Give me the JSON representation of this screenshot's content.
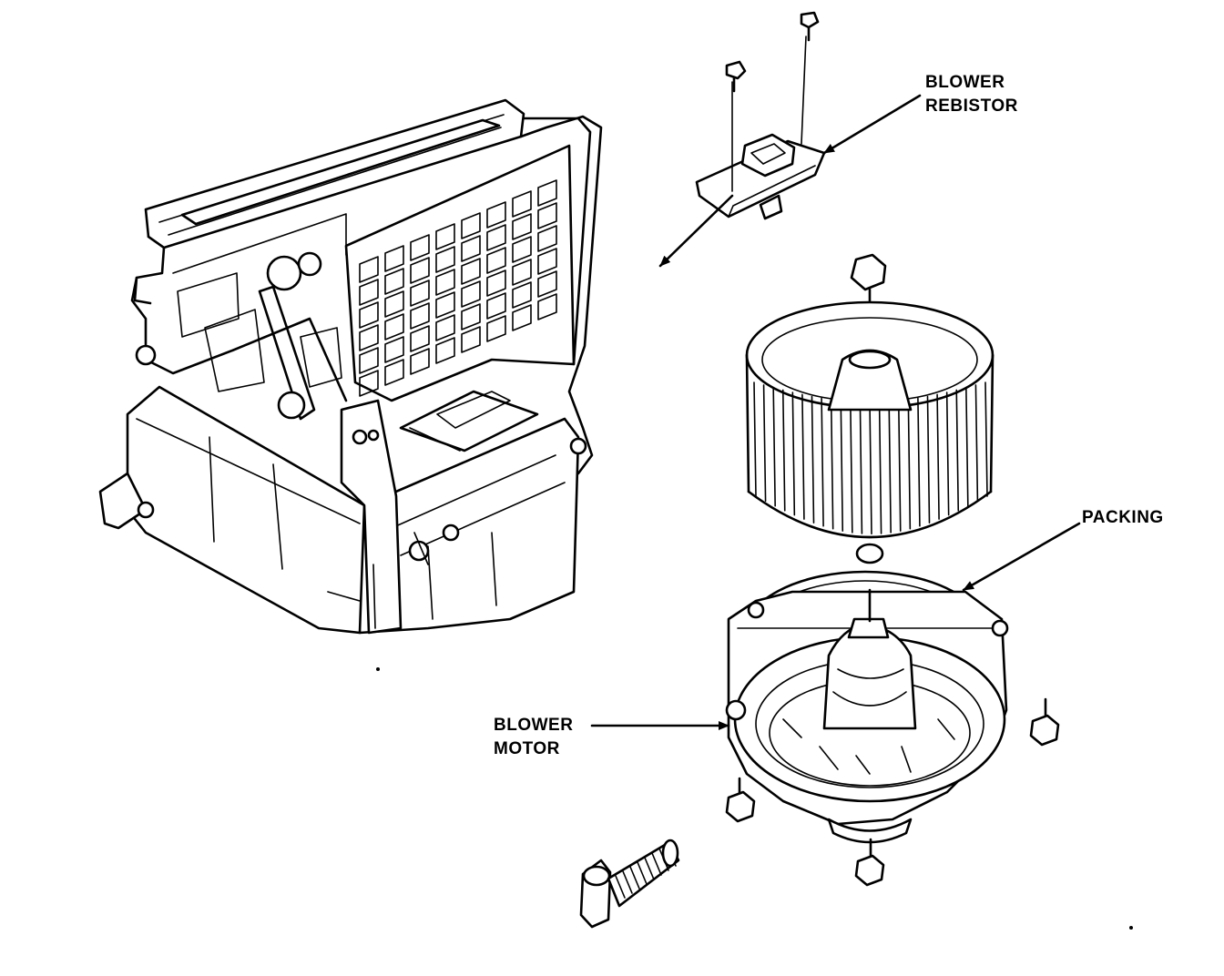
{
  "callouts": {
    "blower_resistor": {
      "line1": "BLOWER",
      "line2": "REBISTOR"
    },
    "packing": {
      "line1": "PACKING"
    },
    "blower_motor": {
      "line1": "BLOWER",
      "line2": "MOTOR"
    }
  },
  "colors": {
    "ink": "#000000",
    "paper": "#ffffff"
  }
}
